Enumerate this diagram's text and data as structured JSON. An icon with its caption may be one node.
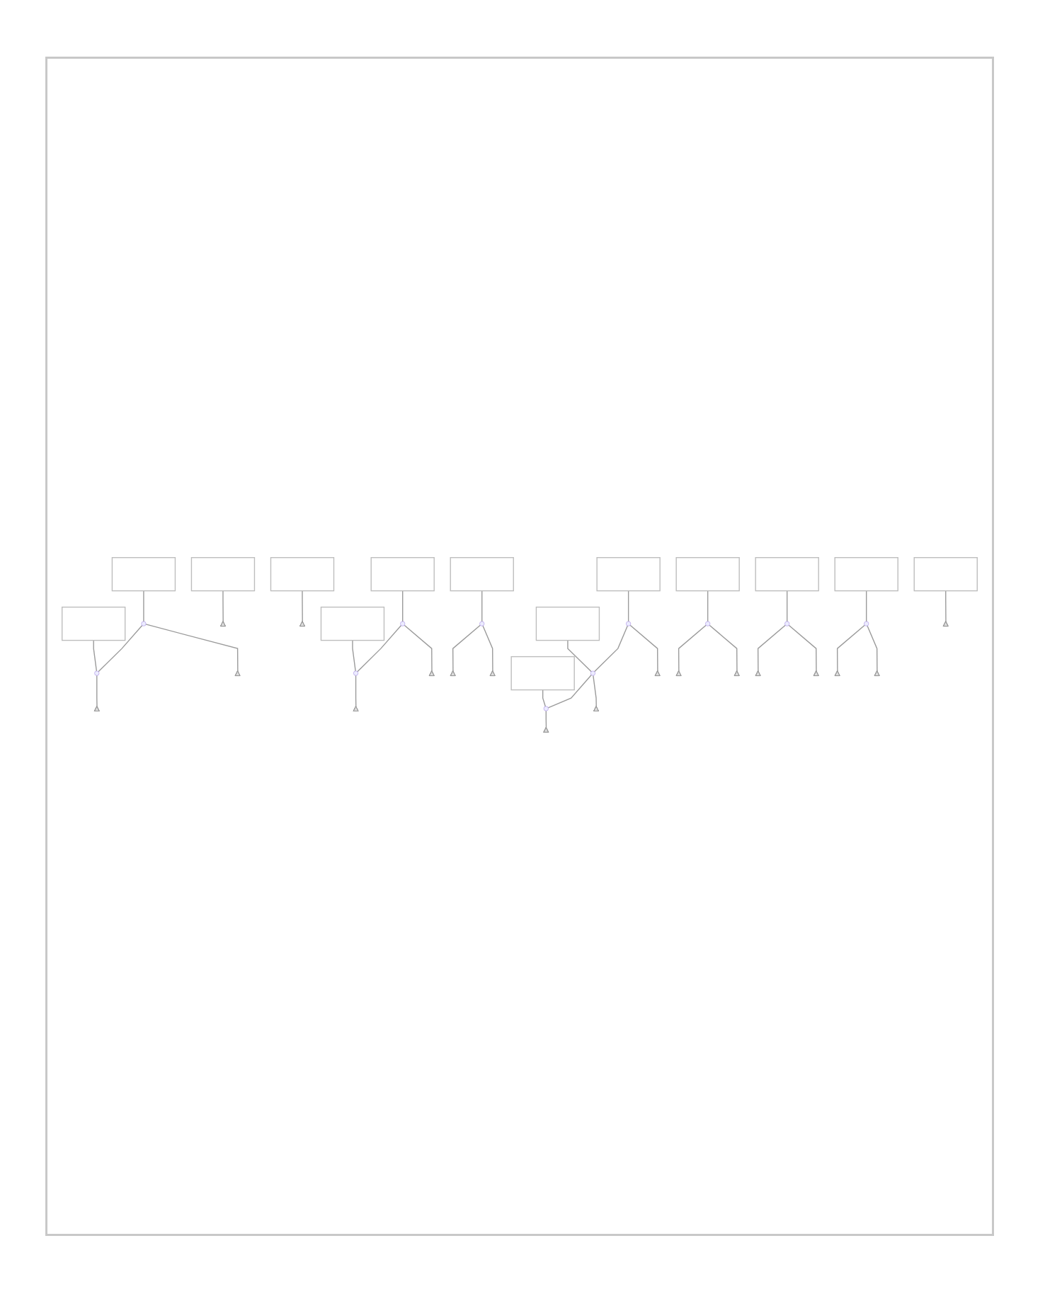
{
  "diagram": {
    "nodes": [
      {
        "text": [],
        "shape": "box"
      },
      {
        "text": [],
        "shape": "box"
      },
      {
        "text": [],
        "shape": "box"
      },
      {
        "text": [],
        "shape": "box"
      },
      {
        "text": [],
        "shape": "dot"
      },
      {
        "text": [],
        "shape": "dot"
      },
      {
        "text": [],
        "shape": "ground"
      },
      {
        "text": [],
        "shape": "ground"
      },
      {
        "text": [],
        "shape": "ground"
      },
      {
        "text": [],
        "shape": "ground"
      },
      {
        "text": [],
        "shape": "box"
      },
      {
        "text": [],
        "shape": "box"
      },
      {
        "text": [],
        "shape": "box"
      },
      {
        "text": [],
        "shape": "dot"
      },
      {
        "text": [],
        "shape": "dot"
      },
      {
        "text": [],
        "shape": "dot"
      },
      {
        "text": [],
        "shape": "ground"
      },
      {
        "text": [],
        "shape": "ground"
      },
      {
        "text": [],
        "shape": "ground"
      },
      {
        "text": [],
        "shape": "ground"
      },
      {
        "text": [],
        "shape": "box"
      },
      {
        "text": [],
        "shape": "box"
      },
      {
        "text": [],
        "shape": "box"
      },
      {
        "text": [],
        "shape": "dot"
      },
      {
        "text": [],
        "shape": "dot"
      },
      {
        "text": [],
        "shape": "dot"
      },
      {
        "text": [],
        "shape": "ground"
      },
      {
        "text": [],
        "shape": "ground"
      },
      {
        "text": [],
        "shape": "ground"
      },
      {
        "text": [],
        "shape": "box"
      },
      {
        "text": [],
        "shape": "box"
      },
      {
        "text": [],
        "shape": "box"
      },
      {
        "text": [],
        "shape": "box"
      },
      {
        "text": [],
        "shape": "dot"
      },
      {
        "text": [],
        "shape": "dot"
      },
      {
        "text": [],
        "shape": "dot"
      },
      {
        "text": [],
        "shape": "ground"
      },
      {
        "text": [],
        "shape": "ground"
      },
      {
        "text": [],
        "shape": "ground"
      },
      {
        "text": [],
        "shape": "ground"
      },
      {
        "text": [],
        "shape": "ground"
      },
      {
        "text": [],
        "shape": "ground"
      },
      {
        "text": [],
        "shape": "ground"
      }
    ],
    "edges": [
      {
        "from": 0,
        "to": 6,
        "arrow": "none"
      },
      {
        "from": 1,
        "to": 4,
        "arrow": "none"
      },
      {
        "from": 4,
        "to": 7,
        "arrow": "none"
      },
      {
        "from": 2,
        "to": 5,
        "arrow": "none"
      },
      {
        "from": 5,
        "to": 8,
        "arrow": "none"
      },
      {
        "from": 4,
        "to": 5,
        "arrow": "none"
      },
      {
        "from": 3,
        "to": 9,
        "arrow": "none"
      },
      {
        "from": 10,
        "to": 13,
        "arrow": "none"
      },
      {
        "from": 13,
        "to": 16,
        "arrow": "none"
      },
      {
        "from": 11,
        "to": 14,
        "arrow": "none"
      },
      {
        "from": 14,
        "to": 17,
        "arrow": "none"
      },
      {
        "from": 13,
        "to": 14,
        "arrow": "none"
      },
      {
        "from": 12,
        "to": 15,
        "arrow": "none"
      },
      {
        "from": 15,
        "to": 18,
        "arrow": "none"
      },
      {
        "from": 15,
        "to": 19,
        "arrow": "none"
      },
      {
        "from": 20,
        "to": 23,
        "arrow": "none"
      },
      {
        "from": 23,
        "to": 26,
        "arrow": "none"
      },
      {
        "from": 21,
        "to": 24,
        "arrow": "none"
      },
      {
        "from": 24,
        "to": 27,
        "arrow": "none"
      },
      {
        "from": 22,
        "to": 25,
        "arrow": "none"
      },
      {
        "from": 25,
        "to": 28,
        "arrow": "none"
      },
      {
        "from": 23,
        "to": 24,
        "arrow": "none"
      },
      {
        "from": 24,
        "to": 25,
        "arrow": "none"
      },
      {
        "from": 29,
        "to": 33,
        "arrow": "none"
      },
      {
        "from": 33,
        "to": 36,
        "arrow": "none"
      },
      {
        "from": 33,
        "to": 37,
        "arrow": "none"
      },
      {
        "from": 30,
        "to": 34,
        "arrow": "none"
      },
      {
        "from": 34,
        "to": 38,
        "arrow": "none"
      },
      {
        "from": 34,
        "to": 39,
        "arrow": "none"
      },
      {
        "from": 31,
        "to": 40,
        "arrow": "none"
      },
      {
        "from": 32,
        "to": 35,
        "arrow": "none"
      },
      {
        "from": 35,
        "to": 41,
        "arrow": "none"
      },
      {
        "from": 35,
        "to": 42,
        "arrow": "none"
      }
    ]
  }
}
